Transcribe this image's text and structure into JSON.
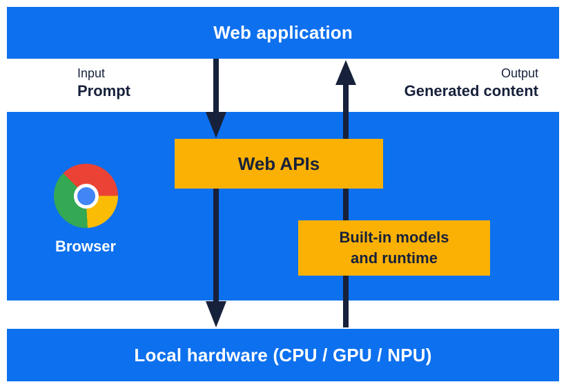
{
  "colors": {
    "blue": "#0d70ee",
    "yellow": "#fbb104",
    "navy": "#17213b",
    "white": "#ffffff",
    "chrome_red": "#ea4335",
    "chrome_green": "#34a853",
    "chrome_yellow": "#fbbc05",
    "chrome_blue": "#4285f4"
  },
  "top_band": {
    "label": "Web application"
  },
  "flow_labels": {
    "input_title": "Input",
    "input_value": "Prompt",
    "output_title": "Output",
    "output_value": "Generated content"
  },
  "browser_panel": {
    "label": "Browser",
    "logo_icon": "chrome-logo",
    "web_apis": {
      "label": "Web APIs"
    },
    "builtin_models": {
      "line1": "Built-in models",
      "line2": "and runtime"
    }
  },
  "bottom_band": {
    "label": "Local hardware (CPU / GPU / NPU)"
  },
  "arrows": {
    "down": {
      "name": "prompt-flow",
      "direction": "down"
    },
    "up": {
      "name": "generated-content-flow",
      "direction": "up"
    }
  }
}
